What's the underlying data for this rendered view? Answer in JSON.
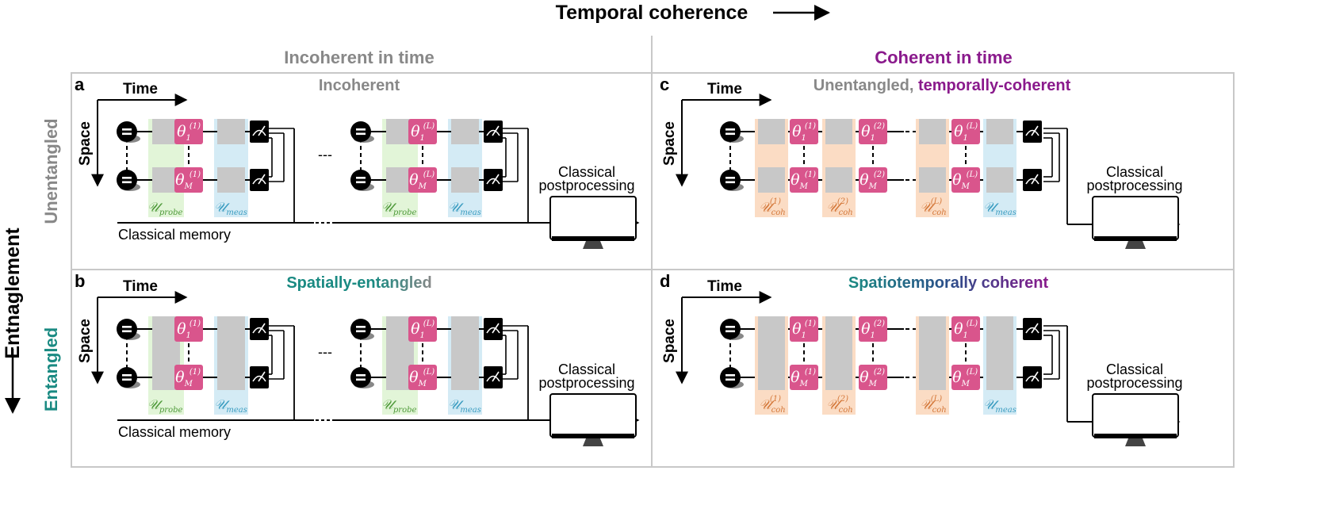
{
  "header": {
    "temporal_axis": "Temporal coherence",
    "col_left": "Incoherent in time",
    "col_right": "Coherent in time"
  },
  "left_axis": {
    "title": "Entnaglement",
    "row_top": "Unentangled",
    "row_bottom": "Entangled"
  },
  "panels": {
    "a": {
      "letter": "a",
      "title": "Incoherent"
    },
    "b": {
      "letter": "b",
      "title": "Spatially-entangled"
    },
    "c": {
      "letter": "c",
      "title_part1": "Unentangled, ",
      "title_part2": "temporally-coherent"
    },
    "d": {
      "letter": "d",
      "title": "Spatiotemporally coherent"
    }
  },
  "labels": {
    "time": "Time",
    "space": "Space",
    "classical_memory": "Classical memory",
    "classical": "Classical",
    "postprocessing": "postprocessing",
    "dots": "---",
    "reset_symbol": "=",
    "u_probe": "𝒰",
    "sub_probe": "probe",
    "u_meas": "𝒰",
    "sub_meas": "meas",
    "u_coh": "𝒰",
    "sub_coh": "coh",
    "sup_1": "(1)",
    "sup_2": "(2)",
    "sup_L": "(L)",
    "theta": "θ",
    "sub_theta_1": "1",
    "sub_theta_M": "M"
  },
  "colors": {
    "incoherent_gray": "#888888",
    "coherent_purple": "#8a1a8c",
    "entangled_teal": "#1a8a82",
    "param_pink": "#d9558c",
    "probe_green_bg": "#e2f5d8",
    "probe_green_text": "#4f9a3a",
    "meas_blue_bg": "#d4ebf5",
    "meas_blue_text": "#3a9cc0",
    "coh_orange_bg": "#fbdcc4",
    "coh_orange_text": "#d4783a",
    "gate_gray": "#c8c8c8"
  },
  "icons": {
    "reset": "reset-state-icon",
    "measure": "measurement-meter-icon",
    "monitor": "monitor-icon",
    "arrow": "arrow-right-icon"
  }
}
